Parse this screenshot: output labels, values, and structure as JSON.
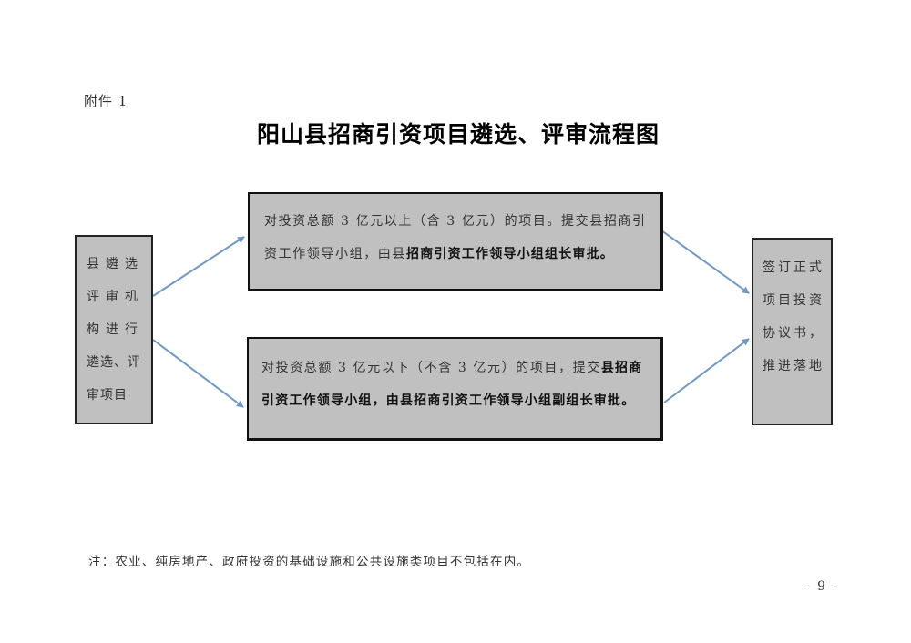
{
  "document": {
    "attachment_label": "附件 1",
    "title": "阳山县招商引资项目遴选、评审流程图",
    "page_number": "- 9 -"
  },
  "flowchart": {
    "start_node": {
      "lines": [
        "县遴选",
        "评审机",
        "构进行",
        "遴选、评",
        "审项目"
      ]
    },
    "branch_top": {
      "line1": "对投资总额 3 亿元以上（含 3 亿元）的项目。提交县招商引",
      "line2_plain": "资工作领导小组，由县",
      "line2_bold": "招商引资工作领导小组组长审批。"
    },
    "branch_bottom": {
      "line1_plain": "对投资总额 3 亿元以下（不含 3 亿元）的项目，提交",
      "line1_bold": "县招商",
      "line2_bold": "引资工作领导小组，由县招商引资工作领导小组副组长审批。"
    },
    "end_node": {
      "lines": [
        "签订正式",
        "项目投资",
        "协议书，",
        "推进落地"
      ]
    },
    "colors": {
      "box_fill": "#c0c0c0",
      "box_border": "#111111",
      "arrow": "#6f98c4"
    }
  },
  "footer": {
    "note": "注：农业、纯房地产、政府投资的基础设施和公共设施类项目不包括在内。"
  }
}
